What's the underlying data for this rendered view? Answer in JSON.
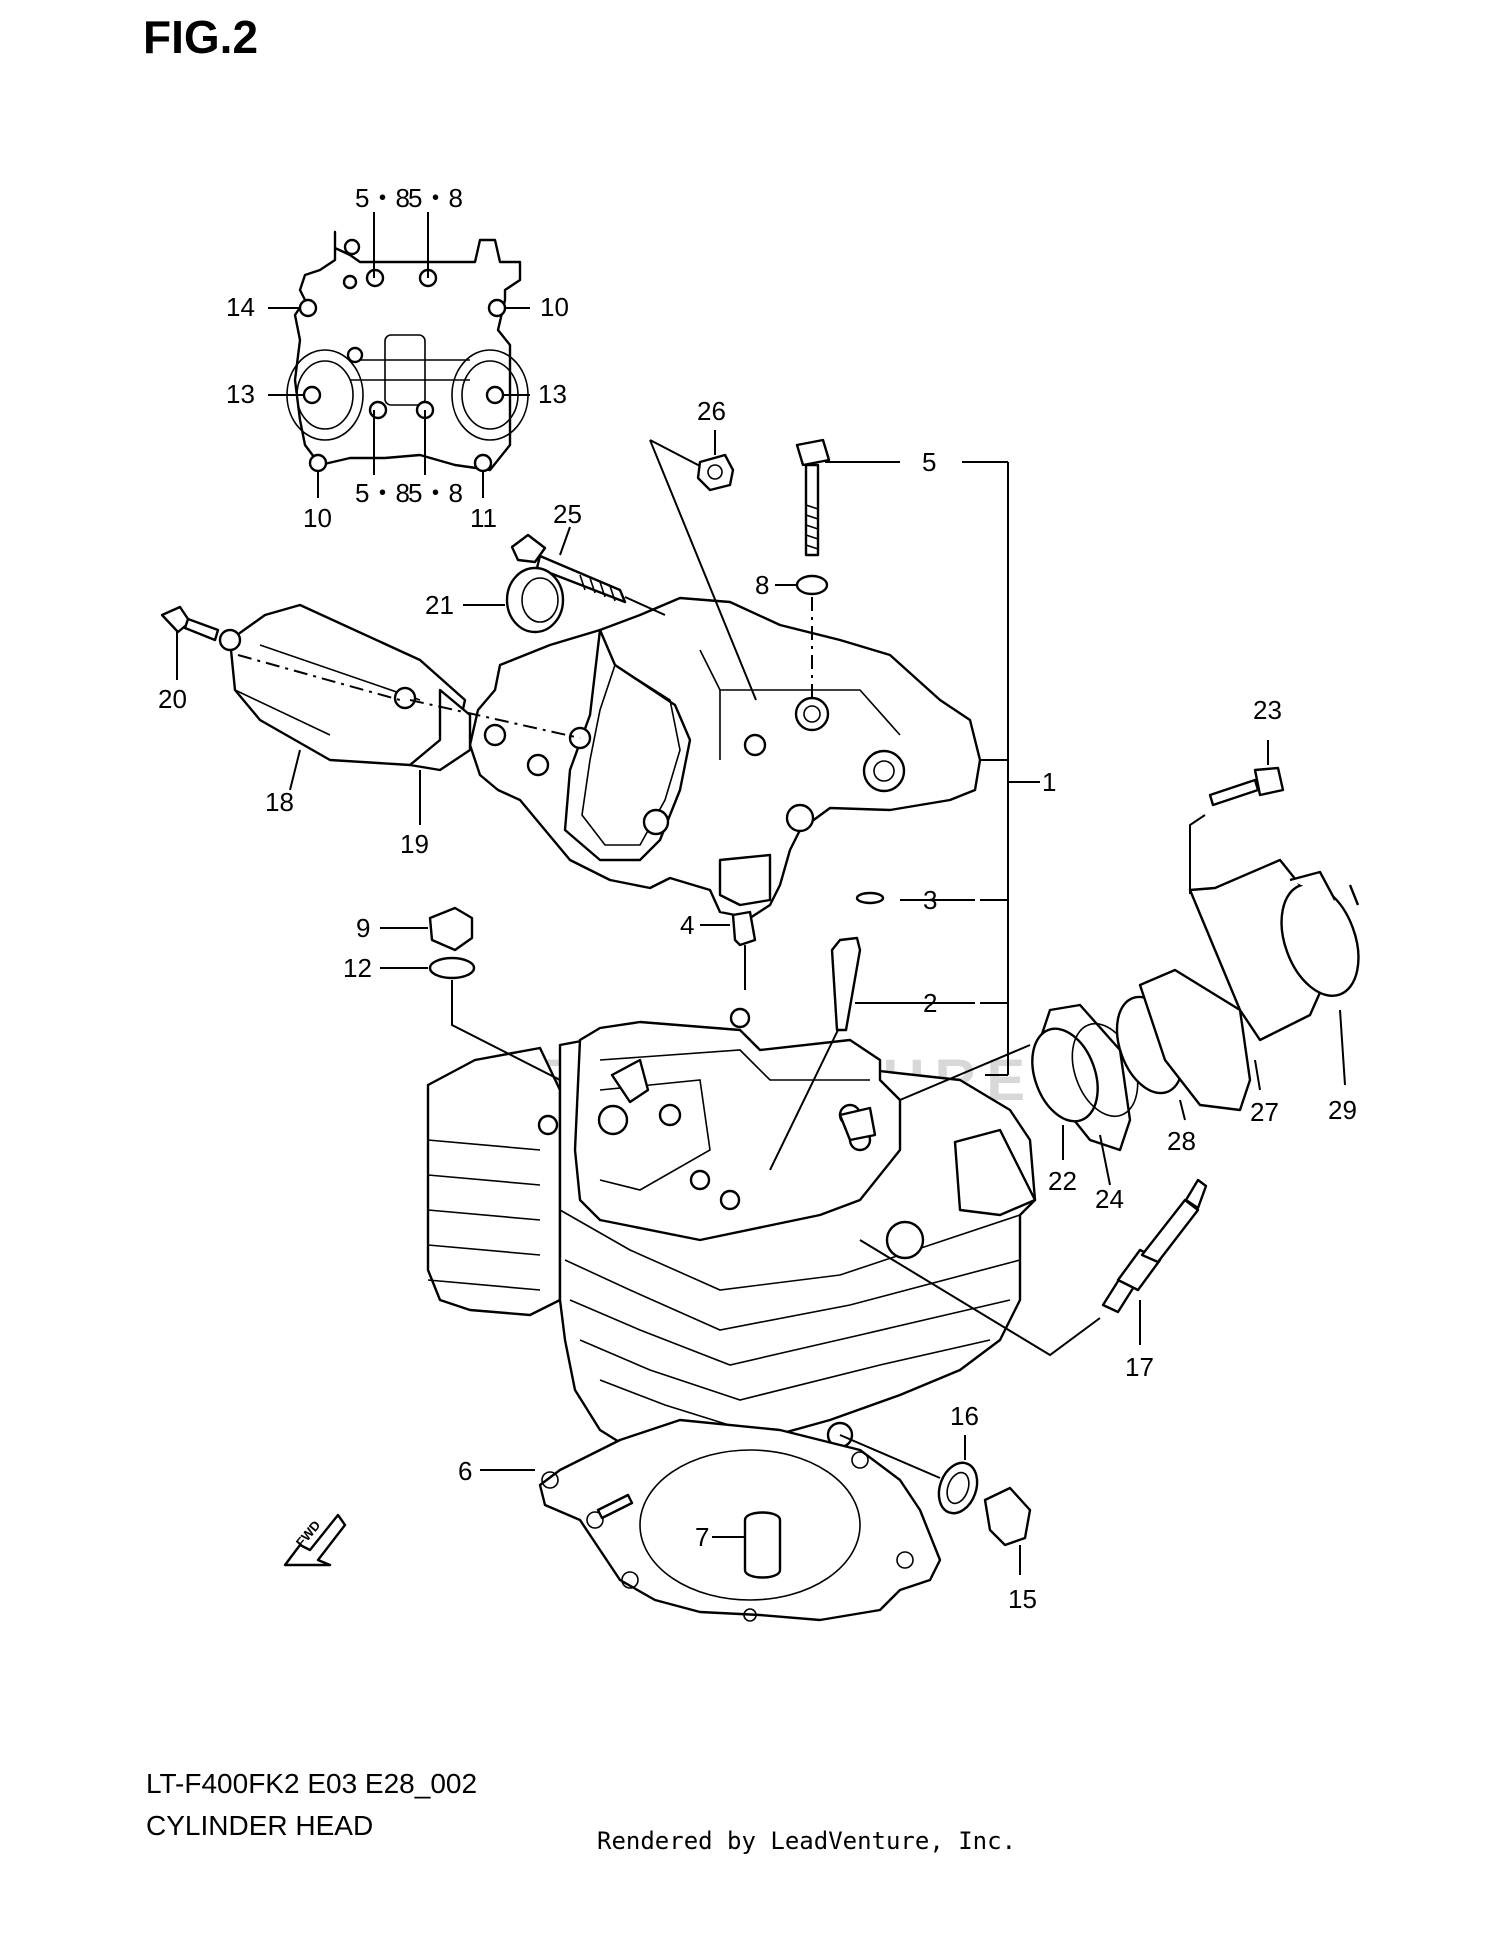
{
  "figure": {
    "title": "FIG.2"
  },
  "watermark": "LEADVENTURE",
  "fwd_arrow": "FWD",
  "callouts": {
    "c1": "1",
    "c2": "2",
    "c3": "3",
    "c4": "4",
    "c5": "5",
    "c6": "6",
    "c7": "7",
    "c8": "8",
    "c9": "9",
    "c12": "12",
    "c15": "15",
    "c16": "16",
    "c17": "17",
    "c18": "18",
    "c19": "19",
    "c20": "20",
    "c21": "21",
    "c22": "22",
    "c23": "23",
    "c24": "24",
    "c25": "25",
    "c26": "26",
    "c27": "27",
    "c28": "28",
    "c29": "29"
  },
  "inset_callouts": {
    "top_left": "5・8",
    "top_right": "5・8",
    "bottom_left": "5・8",
    "bottom_right": "5・8",
    "left_upper": "14",
    "right_upper": "10",
    "left_mid": "13",
    "right_mid": "13",
    "left_lower": "10",
    "right_lower": "11"
  },
  "footer": {
    "model_code": "LT-F400FK2 E03 E28_002",
    "section_name": "CYLINDER HEAD",
    "credit": "Rendered by LeadVenture, Inc."
  }
}
